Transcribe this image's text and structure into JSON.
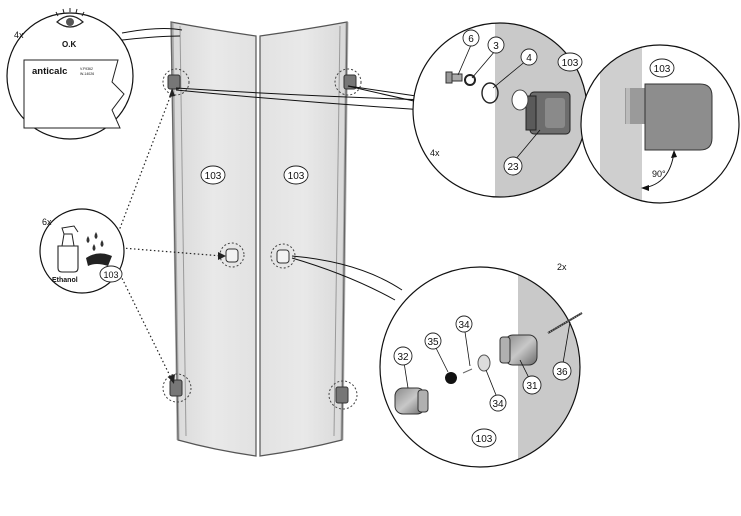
{
  "labels": {
    "qty_4x_top": "4x",
    "qty_4x_detail": "4x",
    "qty_6x": "6x",
    "qty_2x": "2x",
    "ok": "O.K",
    "anticalc": "anticalc",
    "anticalc_small1": "V.F9362",
    "anticalc_small2": "W-14026",
    "ethanol": "Ethanol",
    "angle": "90°"
  },
  "parts": {
    "glass": "103",
    "p3": "3",
    "p4": "4",
    "p6": "6",
    "p23": "23",
    "p31": "31",
    "p32": "32",
    "p34": "34",
    "p35": "35",
    "p36": "36"
  }
}
